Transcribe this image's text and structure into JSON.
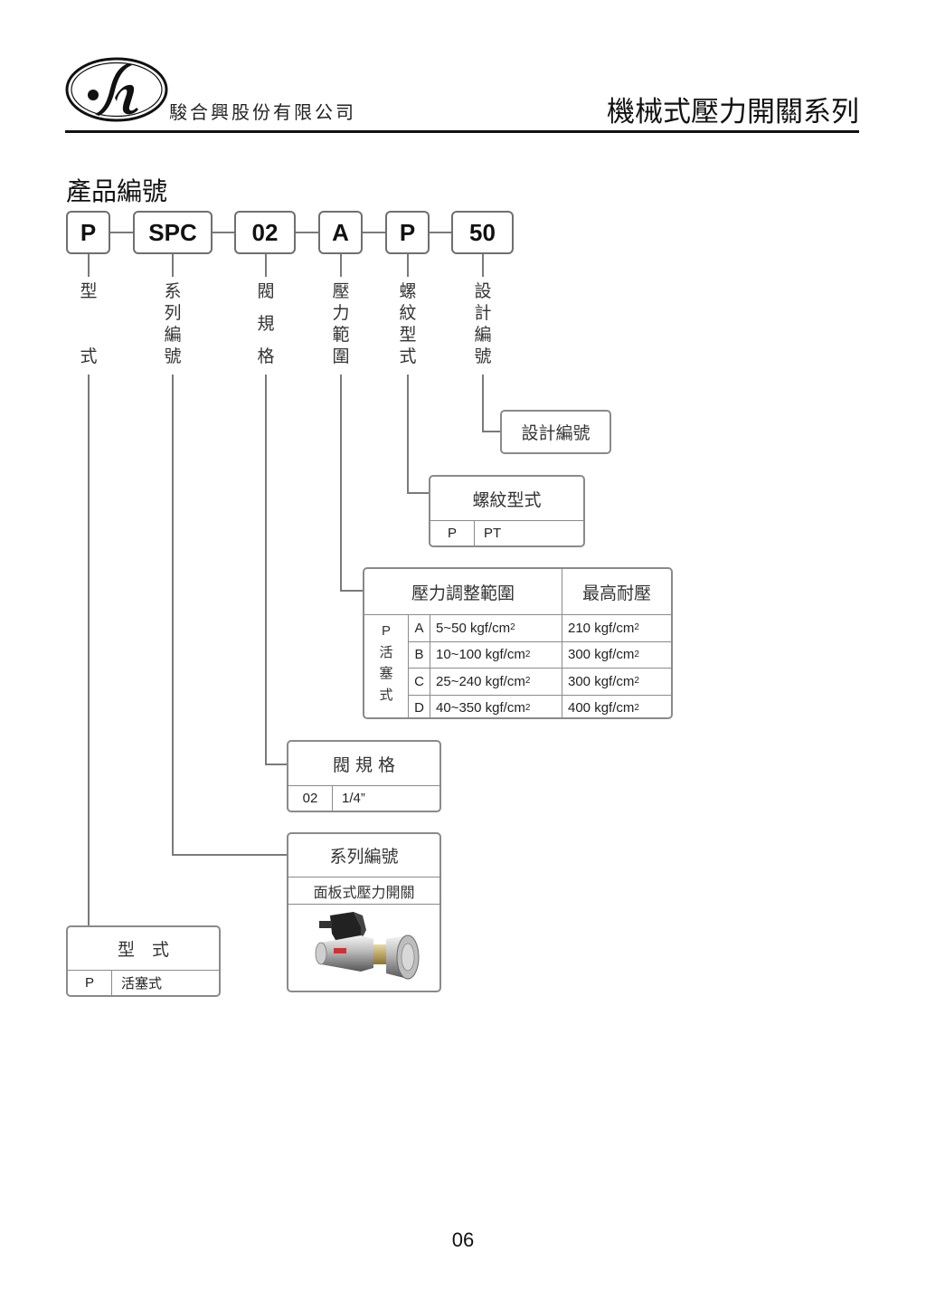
{
  "header": {
    "company_name": "駿合興股份有限公司",
    "series_title": "機械式壓力開關系列"
  },
  "section_title": "產品編號",
  "code": {
    "segments": [
      "P",
      "SPC",
      "02",
      "A",
      "P",
      "50"
    ],
    "labels": [
      [
        "型",
        "式"
      ],
      [
        "系",
        "列",
        "編",
        "號"
      ],
      [
        "閥",
        "規",
        "格"
      ],
      [
        "壓",
        "力",
        "範",
        "圍"
      ],
      [
        "螺",
        "紋",
        "型",
        "式"
      ],
      [
        "設",
        "計",
        "編",
        "號"
      ]
    ]
  },
  "design_box": {
    "title": "設計編號"
  },
  "thread_box": {
    "title": "螺紋型式",
    "code": "P",
    "value": "PT"
  },
  "pressure_table": {
    "header_range": "壓力調整範圍",
    "header_max": "最高耐壓",
    "group_code": "P",
    "group_chars": [
      "活",
      "塞",
      "式"
    ],
    "rows": [
      {
        "code": "A",
        "range": "5~50 kgf/cm",
        "max": "210 kgf/cm"
      },
      {
        "code": "B",
        "range": "10~100 kgf/cm",
        "max": "300 kgf/cm"
      },
      {
        "code": "C",
        "range": "25~240 kgf/cm",
        "max": "300 kgf/cm"
      },
      {
        "code": "D",
        "range": "40~350 kgf/cm",
        "max": "400 kgf/cm"
      }
    ],
    "unit_exponent": "2"
  },
  "valve_box": {
    "title": "閥 規 格",
    "code": "02",
    "value": "1/4”"
  },
  "series_box": {
    "title": "系列編號",
    "subtitle": "面板式壓力開關"
  },
  "type_box": {
    "title": "型　式",
    "code": "P",
    "value": "活塞式"
  },
  "page_number": "06"
}
